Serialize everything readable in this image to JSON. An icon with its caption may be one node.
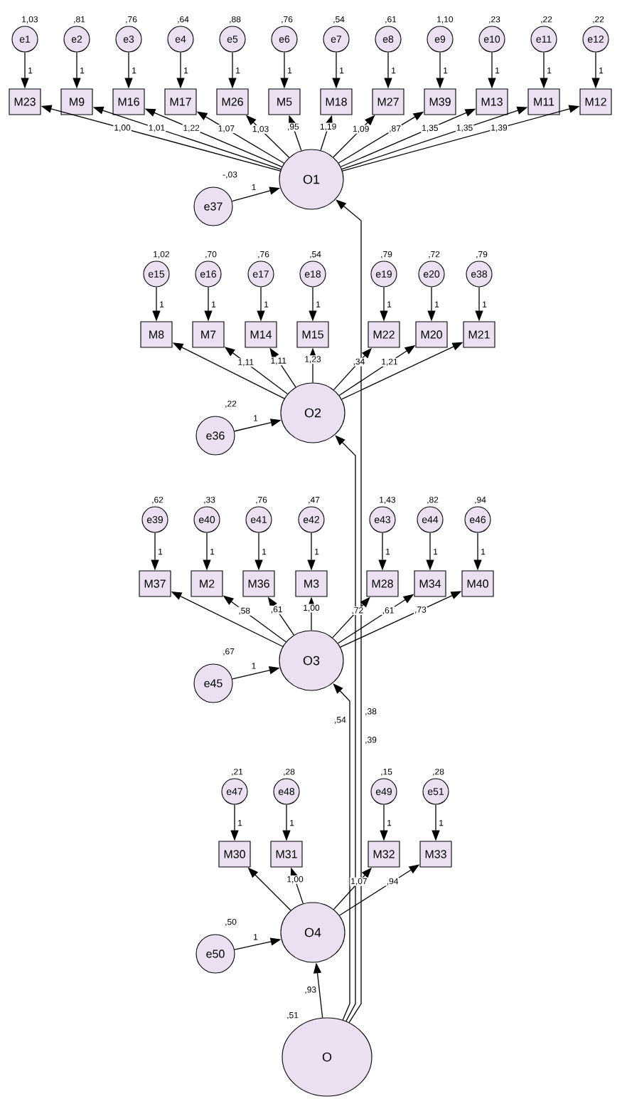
{
  "diagram": {
    "nodes": [
      {
        "text": [
          "e1"
        ],
        "beside": [
          "1,03"
        ]
      },
      {
        "text": [
          "e2"
        ],
        "beside": [
          ",81"
        ]
      },
      {
        "text": [
          "e3"
        ],
        "beside": [
          ",76"
        ]
      },
      {
        "text": [
          "e4"
        ],
        "beside": [
          ",64"
        ]
      },
      {
        "text": [
          "e5"
        ],
        "beside": [
          ",88"
        ]
      },
      {
        "text": [
          "e6"
        ],
        "beside": [
          ",76"
        ]
      },
      {
        "text": [
          "e7"
        ],
        "beside": [
          ",54"
        ]
      },
      {
        "text": [
          "e8"
        ],
        "beside": [
          ",61"
        ]
      },
      {
        "text": [
          "e9"
        ],
        "beside": [
          "1,10"
        ]
      },
      {
        "text": [
          "e10"
        ],
        "beside": [
          ",23"
        ]
      },
      {
        "text": [
          "e11"
        ],
        "beside": [
          ",22"
        ]
      },
      {
        "text": [
          "e12"
        ],
        "beside": [
          ",22"
        ]
      },
      {
        "text": [
          "M23"
        ]
      },
      {
        "text": [
          "M9"
        ]
      },
      {
        "text": [
          "M16"
        ]
      },
      {
        "text": [
          "M17"
        ]
      },
      {
        "text": [
          "M26"
        ]
      },
      {
        "text": [
          "M5"
        ]
      },
      {
        "text": [
          "M18"
        ]
      },
      {
        "text": [
          "M27"
        ]
      },
      {
        "text": [
          "M39"
        ]
      },
      {
        "text": [
          "M13"
        ]
      },
      {
        "text": [
          "M11"
        ]
      },
      {
        "text": [
          "M12"
        ]
      },
      {
        "text": [
          "e37"
        ],
        "beside": [
          "-,03"
        ]
      },
      {
        "text": [
          "O1"
        ]
      },
      {
        "text": [
          "e15"
        ],
        "beside": [
          "1,02"
        ]
      },
      {
        "text": [
          "e16"
        ],
        "beside": [
          ",70"
        ]
      },
      {
        "text": [
          "e17"
        ],
        "beside": [
          ",76"
        ]
      },
      {
        "text": [
          "e18"
        ],
        "beside": [
          ",54"
        ]
      },
      {
        "text": [
          "e19"
        ],
        "beside": [
          ",79"
        ]
      },
      {
        "text": [
          "e20"
        ],
        "beside": [
          ",72"
        ]
      },
      {
        "text": [
          "e38"
        ],
        "beside": [
          ",79"
        ]
      },
      {
        "text": [
          "M8"
        ]
      },
      {
        "text": [
          "M7"
        ]
      },
      {
        "text": [
          "M14"
        ]
      },
      {
        "text": [
          "M15"
        ]
      },
      {
        "text": [
          "M22"
        ]
      },
      {
        "text": [
          "M20"
        ]
      },
      {
        "text": [
          "M21"
        ]
      },
      {
        "text": [
          "e36"
        ],
        "beside": [
          ",22"
        ]
      },
      {
        "text": [
          "O2"
        ]
      },
      {
        "text": [
          "e39"
        ],
        "beside": [
          ",62"
        ]
      },
      {
        "text": [
          "e40"
        ],
        "beside": [
          ",33"
        ]
      },
      {
        "text": [
          "e41"
        ],
        "beside": [
          ",76"
        ]
      },
      {
        "text": [
          "e42"
        ],
        "beside": [
          ",47"
        ]
      },
      {
        "text": [
          "e43"
        ],
        "beside": [
          "1,43"
        ]
      },
      {
        "text": [
          "e44"
        ],
        "beside": [
          ",82"
        ]
      },
      {
        "text": [
          "e46"
        ],
        "beside": [
          ",94"
        ]
      },
      {
        "text": [
          "M37"
        ]
      },
      {
        "text": [
          "M2"
        ]
      },
      {
        "text": [
          "M36"
        ]
      },
      {
        "text": [
          "M3"
        ]
      },
      {
        "text": [
          "M28"
        ]
      },
      {
        "text": [
          "M34"
        ]
      },
      {
        "text": [
          "M40"
        ]
      },
      {
        "text": [
          "e45"
        ],
        "beside": [
          ",67"
        ]
      },
      {
        "text": [
          "O3"
        ]
      },
      {
        "text": [
          "e47"
        ],
        "beside": [
          ",21"
        ]
      },
      {
        "text": [
          "e48"
        ],
        "beside": [
          ",28"
        ]
      },
      {
        "text": [
          "e49"
        ],
        "beside": [
          ",15"
        ]
      },
      {
        "text": [
          "e51"
        ],
        "beside": [
          ",28"
        ]
      },
      {
        "text": [
          "M30"
        ]
      },
      {
        "text": [
          "M31"
        ]
      },
      {
        "text": [
          "M32"
        ]
      },
      {
        "text": [
          "M33"
        ]
      },
      {
        "text": [
          "e50"
        ],
        "beside": [
          ",50"
        ]
      },
      {
        "text": [
          "O4"
        ]
      },
      {
        "text": [
          "O"
        ],
        "beside": [
          ",51"
        ]
      }
    ],
    "edges": [
      {
        "from": 0,
        "to": 12,
        "arrow": "to",
        "label": "1"
      },
      {
        "from": 1,
        "to": 13,
        "arrow": "to",
        "label": "1"
      },
      {
        "from": 2,
        "to": 14,
        "arrow": "to",
        "label": "1"
      },
      {
        "from": 3,
        "to": 15,
        "arrow": "to",
        "label": "1"
      },
      {
        "from": 4,
        "to": 16,
        "arrow": "to",
        "label": "1"
      },
      {
        "from": 5,
        "to": 17,
        "arrow": "to",
        "label": "1"
      },
      {
        "from": 6,
        "to": 18,
        "arrow": "to",
        "label": "1"
      },
      {
        "from": 7,
        "to": 19,
        "arrow": "to",
        "label": "1"
      },
      {
        "from": 8,
        "to": 20,
        "arrow": "to",
        "label": "1"
      },
      {
        "from": 9,
        "to": 21,
        "arrow": "to",
        "label": "1"
      },
      {
        "from": 10,
        "to": 22,
        "arrow": "to",
        "label": "1"
      },
      {
        "from": 11,
        "to": 23,
        "arrow": "to",
        "label": "1"
      },
      {
        "from": 25,
        "to": 12,
        "arrow": "to",
        "label": "1,00"
      },
      {
        "from": 25,
        "to": 13,
        "arrow": "to",
        "label": "1,01"
      },
      {
        "from": 25,
        "to": 14,
        "arrow": "to",
        "label": "1,22"
      },
      {
        "from": 25,
        "to": 15,
        "arrow": "to",
        "label": "1,07"
      },
      {
        "from": 25,
        "to": 16,
        "arrow": "to",
        "label": "1,03"
      },
      {
        "from": 25,
        "to": 17,
        "arrow": "to",
        "label": ",95"
      },
      {
        "from": 25,
        "to": 18,
        "arrow": "to",
        "label": "1,19"
      },
      {
        "from": 25,
        "to": 19,
        "arrow": "to",
        "label": "1,09"
      },
      {
        "from": 25,
        "to": 20,
        "arrow": "to",
        "label": ",87"
      },
      {
        "from": 25,
        "to": 21,
        "arrow": "to",
        "label": "1,35"
      },
      {
        "from": 25,
        "to": 22,
        "arrow": "to",
        "label": "1,35"
      },
      {
        "from": 25,
        "to": 23,
        "arrow": "to",
        "label": "1,39"
      },
      {
        "from": 24,
        "to": 25,
        "arrow": "to",
        "label": "1"
      },
      {
        "from": 26,
        "to": 33,
        "arrow": "to",
        "label": "1"
      },
      {
        "from": 27,
        "to": 34,
        "arrow": "to",
        "label": "1"
      },
      {
        "from": 28,
        "to": 35,
        "arrow": "to",
        "label": "1"
      },
      {
        "from": 29,
        "to": 36,
        "arrow": "to",
        "label": "1"
      },
      {
        "from": 30,
        "to": 37,
        "arrow": "to",
        "label": "1"
      },
      {
        "from": 31,
        "to": 38,
        "arrow": "to",
        "label": "1"
      },
      {
        "from": 32,
        "to": 39,
        "arrow": "to",
        "label": "1"
      },
      {
        "from": 41,
        "to": 33,
        "arrow": "to"
      },
      {
        "from": 41,
        "to": 34,
        "arrow": "to",
        "label": "1,11"
      },
      {
        "from": 41,
        "to": 35,
        "arrow": "to",
        "label": "1,11"
      },
      {
        "from": 41,
        "to": 36,
        "arrow": "to",
        "label": "1,23"
      },
      {
        "from": 41,
        "to": 37,
        "arrow": "to",
        "label": ",34"
      },
      {
        "from": 41,
        "to": 38,
        "arrow": "to",
        "label": "1,21"
      },
      {
        "from": 41,
        "to": 39,
        "arrow": "to"
      },
      {
        "from": 40,
        "to": 41,
        "arrow": "to",
        "label": "1"
      },
      {
        "from": 42,
        "to": 49,
        "arrow": "to",
        "label": "1"
      },
      {
        "from": 43,
        "to": 50,
        "arrow": "to",
        "label": "1"
      },
      {
        "from": 44,
        "to": 51,
        "arrow": "to",
        "label": "1"
      },
      {
        "from": 45,
        "to": 52,
        "arrow": "to",
        "label": "1"
      },
      {
        "from": 46,
        "to": 53,
        "arrow": "to",
        "label": "1"
      },
      {
        "from": 47,
        "to": 54,
        "arrow": "to",
        "label": "1"
      },
      {
        "from": 48,
        "to": 55,
        "arrow": "to",
        "label": "1"
      },
      {
        "from": 57,
        "to": 49,
        "arrow": "to"
      },
      {
        "from": 57,
        "to": 50,
        "arrow": "to",
        "label": ",58"
      },
      {
        "from": 57,
        "to": 51,
        "arrow": "to",
        "label": ",61"
      },
      {
        "from": 57,
        "to": 52,
        "arrow": "to",
        "label": "1,00"
      },
      {
        "from": 57,
        "to": 53,
        "arrow": "to",
        "label": ",72"
      },
      {
        "from": 57,
        "to": 54,
        "arrow": "to",
        "label": ",61"
      },
      {
        "from": 57,
        "to": 55,
        "arrow": "to",
        "label": ",73"
      },
      {
        "from": 56,
        "to": 57,
        "arrow": "to",
        "label": "1"
      },
      {
        "from": 58,
        "to": 62,
        "arrow": "to",
        "label": "1"
      },
      {
        "from": 59,
        "to": 63,
        "arrow": "to",
        "label": "1"
      },
      {
        "from": 60,
        "to": 64,
        "arrow": "to",
        "label": "1"
      },
      {
        "from": 61,
        "to": 65,
        "arrow": "to",
        "label": "1"
      },
      {
        "from": 67,
        "to": 62,
        "arrow": "to"
      },
      {
        "from": 67,
        "to": 63,
        "arrow": "to",
        "label": "1,00"
      },
      {
        "from": 67,
        "to": 64,
        "arrow": "to",
        "label": "1,07"
      },
      {
        "from": 67,
        "to": 65,
        "arrow": "to",
        "label": ",94"
      },
      {
        "from": 66,
        "to": 67,
        "arrow": "to",
        "label": "1"
      },
      {
        "from": 68,
        "to": 67,
        "arrow": "to",
        "label": ",93"
      },
      {
        "from": 68,
        "to": 57,
        "arrow": "to",
        "label": ",54"
      },
      {
        "from": 68,
        "to": 41,
        "arrow": "to",
        "label": ",38"
      },
      {
        "from": 68,
        "to": 25,
        "arrow": "to",
        "label": ",39"
      }
    ]
  }
}
